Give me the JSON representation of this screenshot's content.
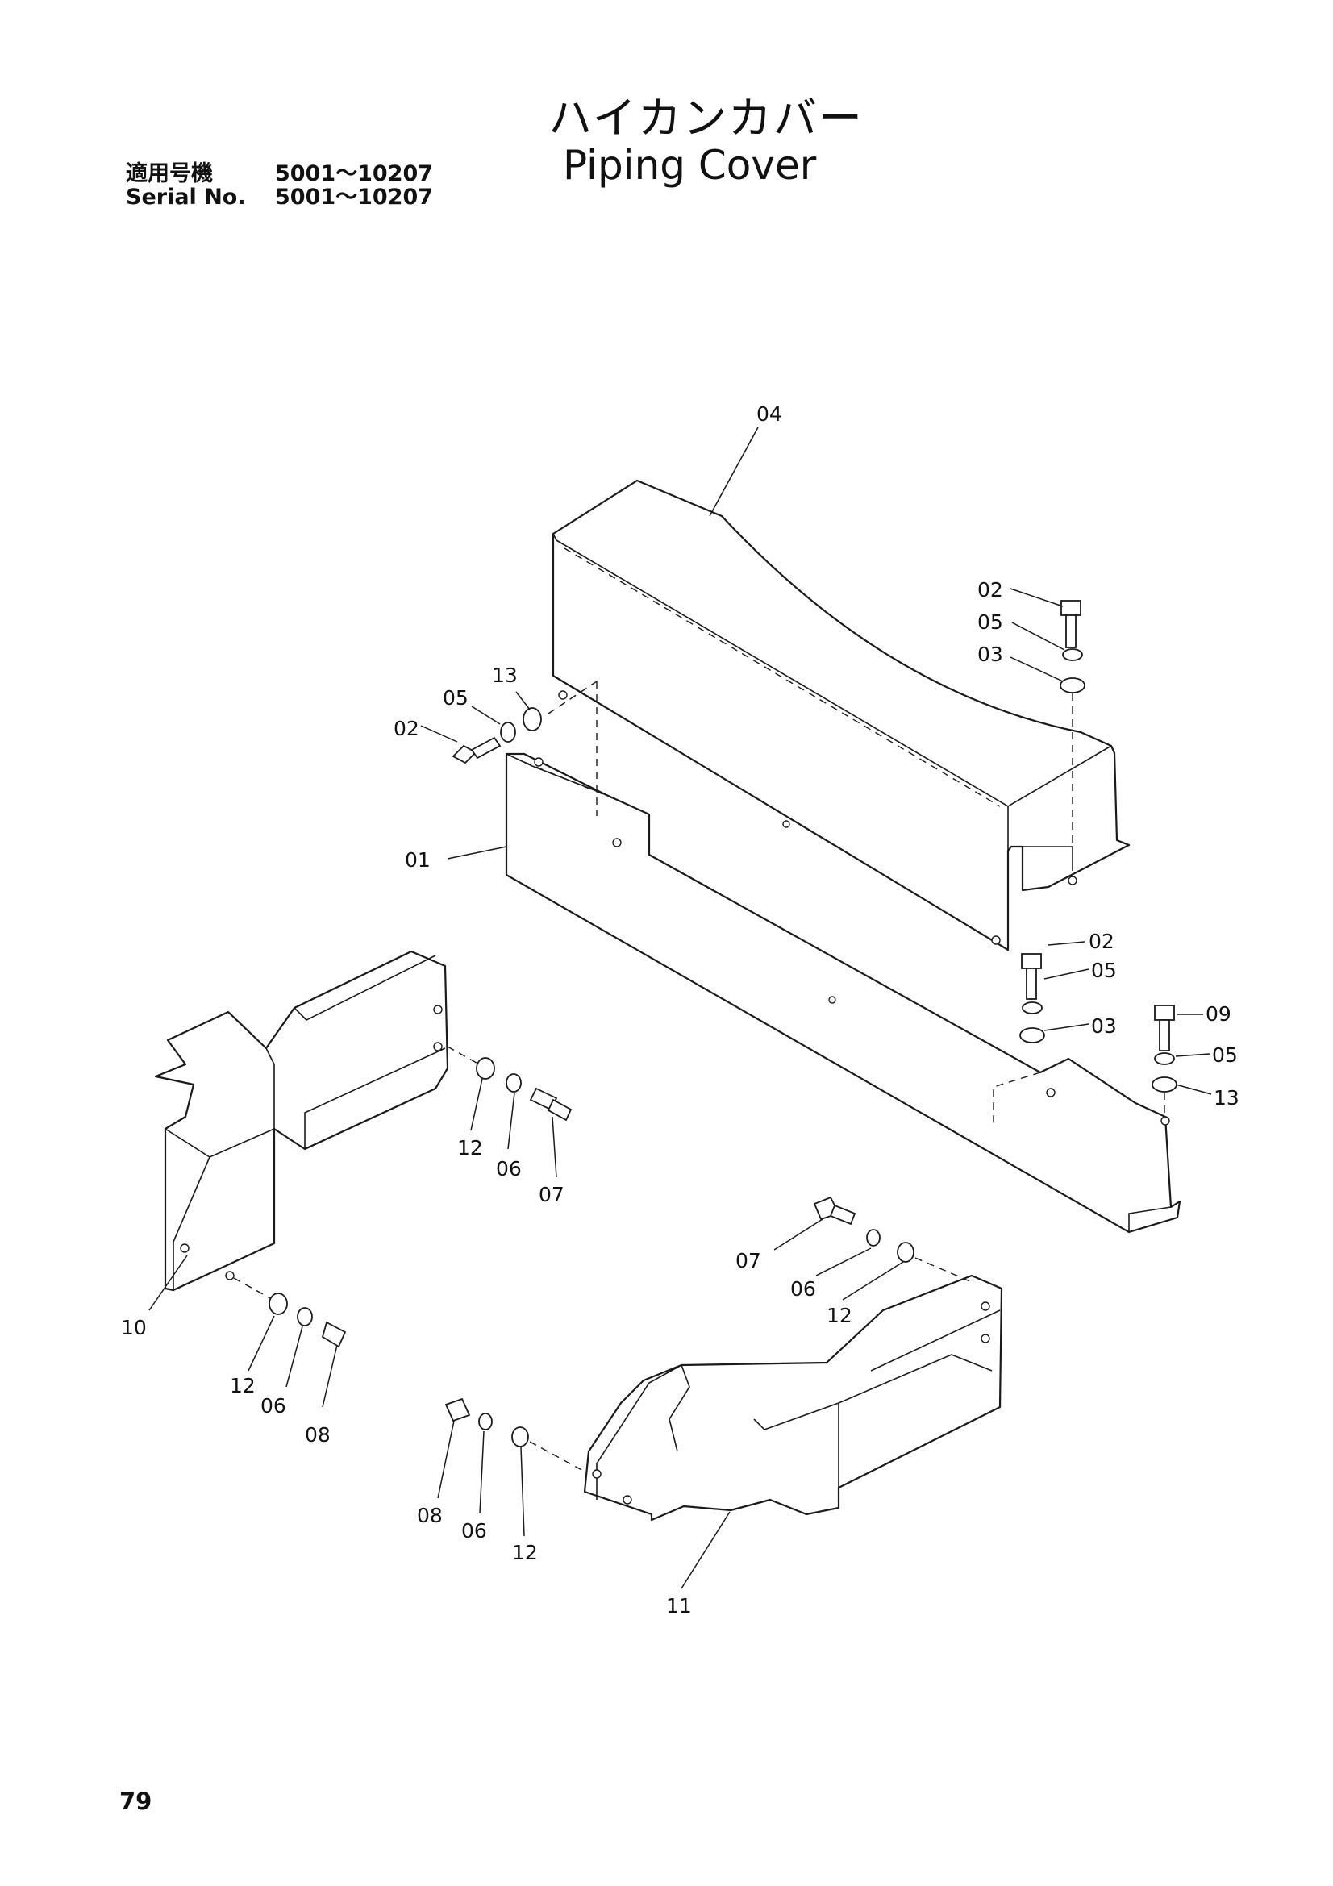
{
  "header": {
    "title_jp": "ハイカンカバー",
    "title_en": "Piping Cover",
    "serial_label_jp": "適用号機",
    "serial_label_en": "Serial No.",
    "serial_range_jp": "5001～10207",
    "serial_range_en": "5001～10207"
  },
  "callouts": {
    "c04": "04",
    "c02_top": "02",
    "c05_top": "05",
    "c03_top": "03",
    "c13_left": "13",
    "c05_left": "05",
    "c02_left": "02",
    "c01": "01",
    "c02_mid": "02",
    "c05_mid": "05",
    "c03_mid": "03",
    "c09": "09",
    "c05_right": "05",
    "c13_right": "13",
    "c12_a": "12",
    "c06_a": "06",
    "c07_a": "07",
    "c10": "10",
    "c12_b": "12",
    "c06_b": "06",
    "c08_b": "08",
    "c07_c": "07",
    "c06_c": "06",
    "c12_c": "12",
    "c08_d": "08",
    "c06_d": "06",
    "c12_d": "12",
    "c11": "11"
  },
  "footer": {
    "page_number": "79"
  }
}
